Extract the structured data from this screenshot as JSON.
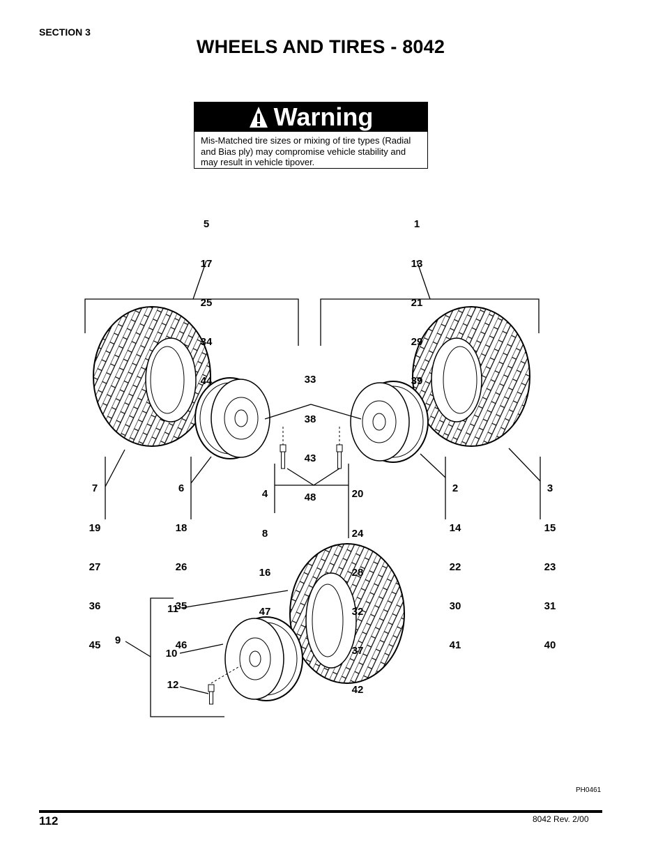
{
  "header": {
    "section": "SECTION 3",
    "title": "WHEELS AND TIRES - 8042"
  },
  "warning": {
    "heading": "Warning",
    "lines": [
      "Mis-Matched tire sizes or mixing of tire types (Radial",
      "and Bias ply) may compromise vehicle stability and",
      "may result in vehicle tipover."
    ]
  },
  "callouts": {
    "top_left": [
      "5",
      "17",
      "25",
      "34",
      "44"
    ],
    "top_right": [
      "1",
      "13",
      "21",
      "29",
      "39"
    ],
    "center": [
      "33",
      "38",
      "43",
      "48"
    ],
    "left_tire": [
      "7",
      "19",
      "27",
      "36",
      "45"
    ],
    "left_rim": [
      "6",
      "18",
      "26",
      "35",
      "46"
    ],
    "left_stud": [
      "4",
      "8",
      "16",
      "47"
    ],
    "right_stud": [
      "20",
      "24",
      "28",
      "32",
      "37",
      "42"
    ],
    "right_rim": [
      "2",
      "14",
      "22",
      "30",
      "41"
    ],
    "right_tire": [
      "3",
      "15",
      "23",
      "31",
      "40"
    ],
    "spare_group": "9",
    "spare_tire": "11",
    "spare_rim": "10",
    "spare_stud": "12"
  },
  "footer": {
    "photo_id": "PH0461",
    "page_number": "112",
    "revision": "8042 Rev. 2/00"
  }
}
